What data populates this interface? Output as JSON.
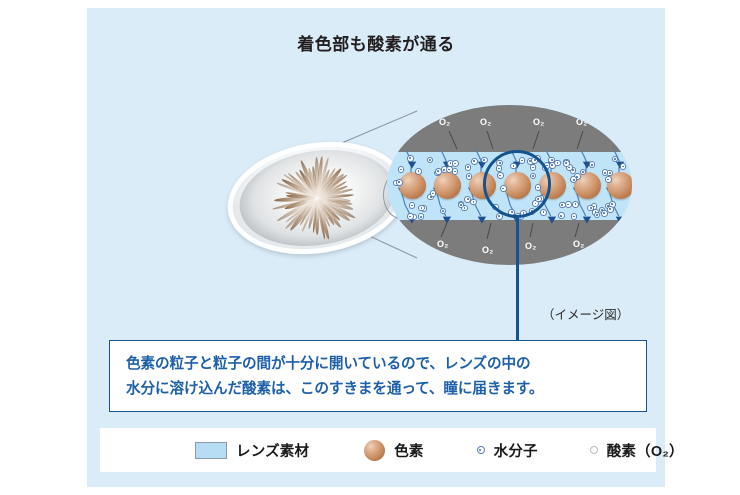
{
  "title": "着色部も酸素が通る",
  "diagram": {
    "image_note": "（イメージ図）",
    "lens_label": "contact-lens",
    "oxygen_labels_top": [
      "O₂",
      "O₂",
      "O₂",
      "O₂"
    ],
    "oxygen_labels_bottom": [
      "O₂",
      "O₂",
      "O₂",
      "O₂"
    ]
  },
  "callout": {
    "line1": "色素の粒子と粒子の間が十分に開いているので、レンズの中の",
    "line2": "水分に溶け込んだ酸素は、このすきまを通って、瞳に届きます。"
  },
  "legend": {
    "items": [
      {
        "label": "レンズ素材",
        "icon": "rect-swatch",
        "color": "#b6ddf3"
      },
      {
        "label": "色素",
        "icon": "sphere-swatch",
        "color": "#cb8f63"
      },
      {
        "label": "水分子",
        "icon": "water-molecule-icon",
        "color": "#3d6ba8"
      },
      {
        "label": "酸素（O₂）",
        "icon": "oxygen-molecule-icon",
        "color": "#b9bdc1"
      }
    ]
  },
  "colors": {
    "panel_background": "#dbecf9",
    "lens_material": "#bfe4f8",
    "surrounding_gray": "#7c7c7c",
    "highlight_blue": "#14538f",
    "callout_text": "#1d5fa8"
  }
}
